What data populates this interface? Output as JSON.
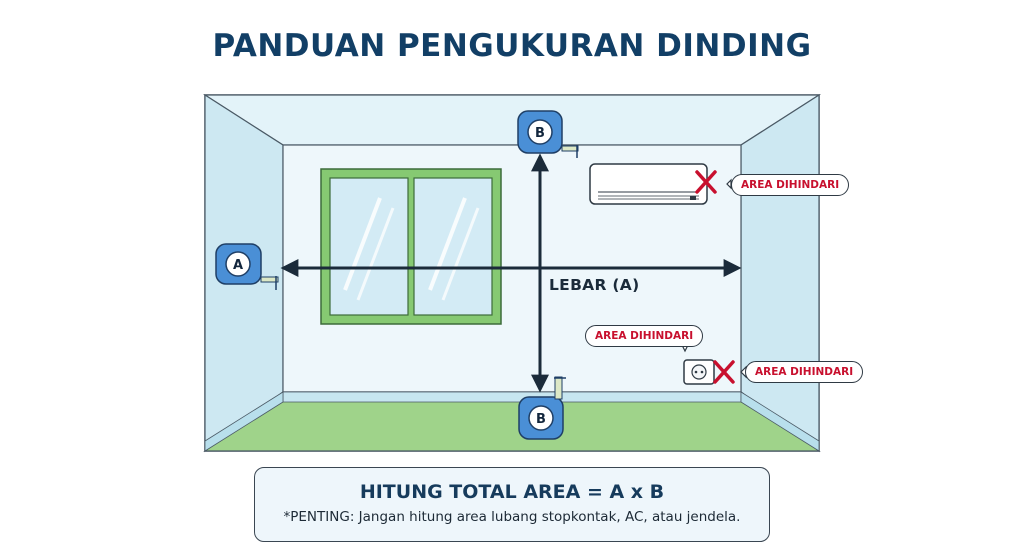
{
  "title": "PANDUAN PENGUKURAN DINDING",
  "tape_a_letter": "A",
  "tape_b_top_letter": "B",
  "tape_b_bottom_letter": "B",
  "width_label": "LEBAR (A)",
  "callouts": {
    "ac": "AREA DIHINDARI",
    "outlet_top": "AREA DIHINDARI",
    "outlet_right": "AREA DIHINDARI"
  },
  "formula": "HITUNG TOTAL AREA = A x B",
  "note": "*PENTING: Jangan hitung area lubang stopkontak, AC, atau jendela.",
  "colors": {
    "title": "#123f66",
    "wall_back": "#eaf5f9",
    "wall_side": "#cfe9f2",
    "floor": "#9fd38a",
    "window_frame": "#7fc26a",
    "glass": "#cfe8f3",
    "tape": "#4a8fd6",
    "avoid": "#c8102e",
    "arrow": "#1b2b3a"
  },
  "icons": [
    "tape-measure-icon",
    "cross-icon",
    "ac-unit-icon",
    "power-outlet-icon",
    "window-icon"
  ]
}
